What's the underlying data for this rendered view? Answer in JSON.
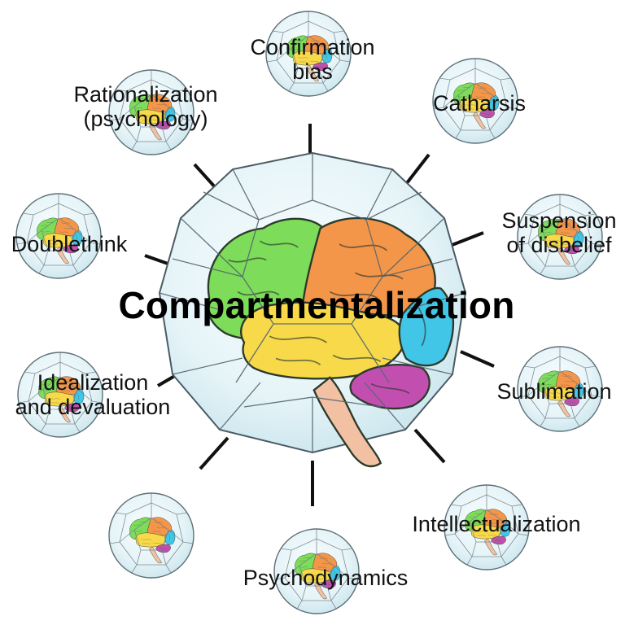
{
  "center": {
    "title": "Compartmentalization"
  },
  "nodes": [
    {
      "name": "node-confirmation-bias",
      "lines": [
        "Confirmation",
        "bias"
      ]
    },
    {
      "name": "node-catharsis",
      "lines": [
        "Catharsis"
      ]
    },
    {
      "name": "node-suspension-of-disbelief",
      "lines": [
        "Suspension",
        "of disbelief"
      ]
    },
    {
      "name": "node-sublimation",
      "lines": [
        "Sublimation"
      ]
    },
    {
      "name": "node-intellectualization",
      "lines": [
        "Intellectualization"
      ]
    },
    {
      "name": "node-psychodynamics",
      "lines": [
        "Psychodynamics"
      ]
    },
    {
      "name": "node-unlabeled",
      "lines": []
    },
    {
      "name": "node-idealization-and-devaluation",
      "lines": [
        "Idealization",
        "and devaluation"
      ]
    },
    {
      "name": "node-doublethink",
      "lines": [
        "Doublethink"
      ]
    },
    {
      "name": "node-rationalization",
      "lines": [
        "Rationalization",
        "(psychology)"
      ]
    }
  ],
  "colors": {
    "frontal_lobe": "#f4964a",
    "parietal_lobe": "#7ddc5a",
    "temporal_lobe": "#f7d94a",
    "occipital_lobe": "#41c6e8",
    "cerebellum": "#c24fb0",
    "brainstem": "#f2c1a3",
    "sphere_glass": "#e9f6fa",
    "sphere_edge": "#4a5b63",
    "connector": "#111111"
  }
}
